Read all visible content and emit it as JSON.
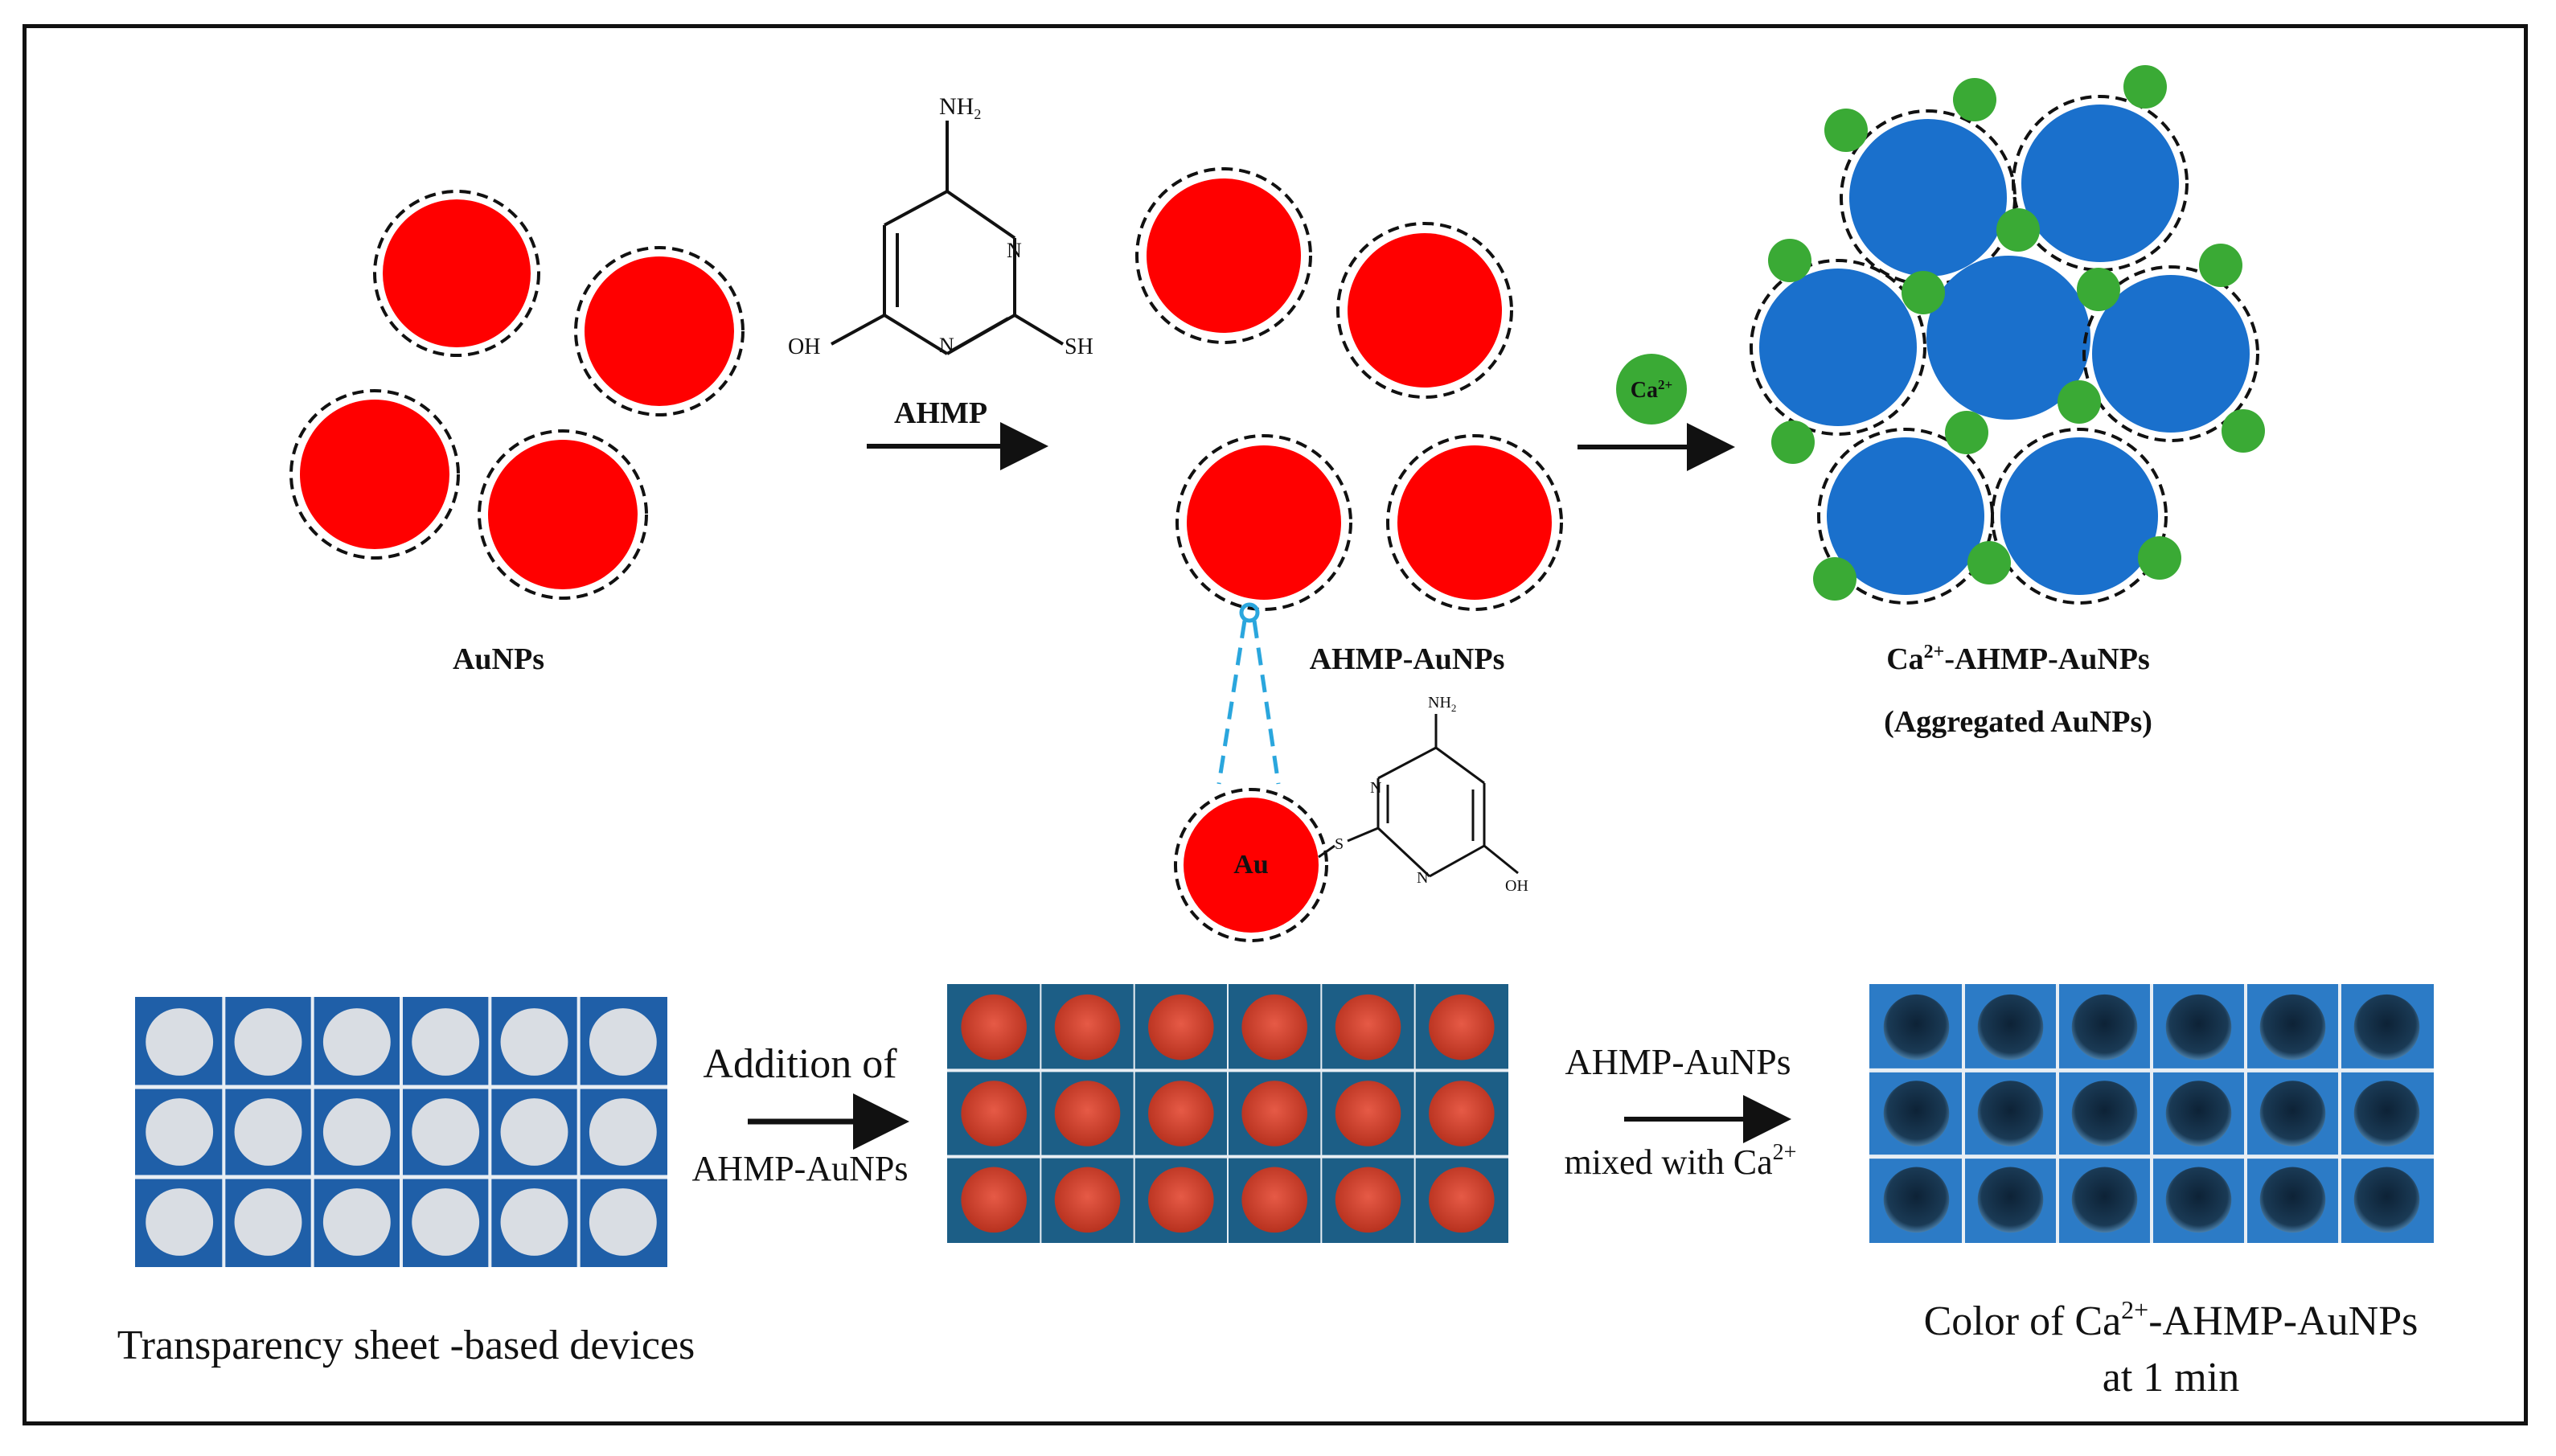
{
  "labels": {
    "aunps": "AuNPs",
    "ahmp_reagent": "AHMP",
    "ahmp_aunps": "AHMP-AuNPs",
    "ca_aggregate_main": "Ca",
    "ca_aggregate_sup": "2+",
    "ca_aggregate_rest": "-AHMP-AuNPs",
    "aggregated_note": "(Aggregated AuNPs)",
    "ca_ion_main": "Ca",
    "ca_ion_sup": "2+",
    "au_core": "Au"
  },
  "chemistry": {
    "nh2_main": "NH",
    "nh2_sub": "2",
    "oh": "OH",
    "sh": "SH",
    "n": "N",
    "s": "S"
  },
  "steps": {
    "addition_line1": "Addition of",
    "addition_line2": "AHMP-AuNPs",
    "mixed_line1": "AHMP-AuNPs",
    "mixed_line2_main": "mixed with Ca",
    "mixed_line2_sup": "2+",
    "devices_caption": "Transparency sheet -based devices",
    "color_caption_1a": "Color of Ca",
    "color_caption_1sup": "2+",
    "color_caption_1b": "-AHMP-AuNPs",
    "color_caption_2": "at 1 min"
  },
  "well_plates": [
    {
      "name": "blank-device",
      "rows": 3,
      "cols": 6,
      "well_color": "#d9dde3",
      "bg_color": "#1f5fa8"
    },
    {
      "name": "ahmp-aunps-device",
      "rows": 3,
      "cols": 6,
      "well_color": "#d84a38",
      "bg_color": "#1c5e86"
    },
    {
      "name": "ca-aggregated-device",
      "rows": 3,
      "cols": 6,
      "well_color": "#17334a",
      "bg_color": "#2c7bc6"
    }
  ],
  "colors": {
    "gold_nanoparticle": "#ff0000",
    "aggregated_nanoparticle": "#1a70cc",
    "calcium_ion": "#3aaa35",
    "link_dashed": "#2aa6dd",
    "text": "#111111"
  }
}
